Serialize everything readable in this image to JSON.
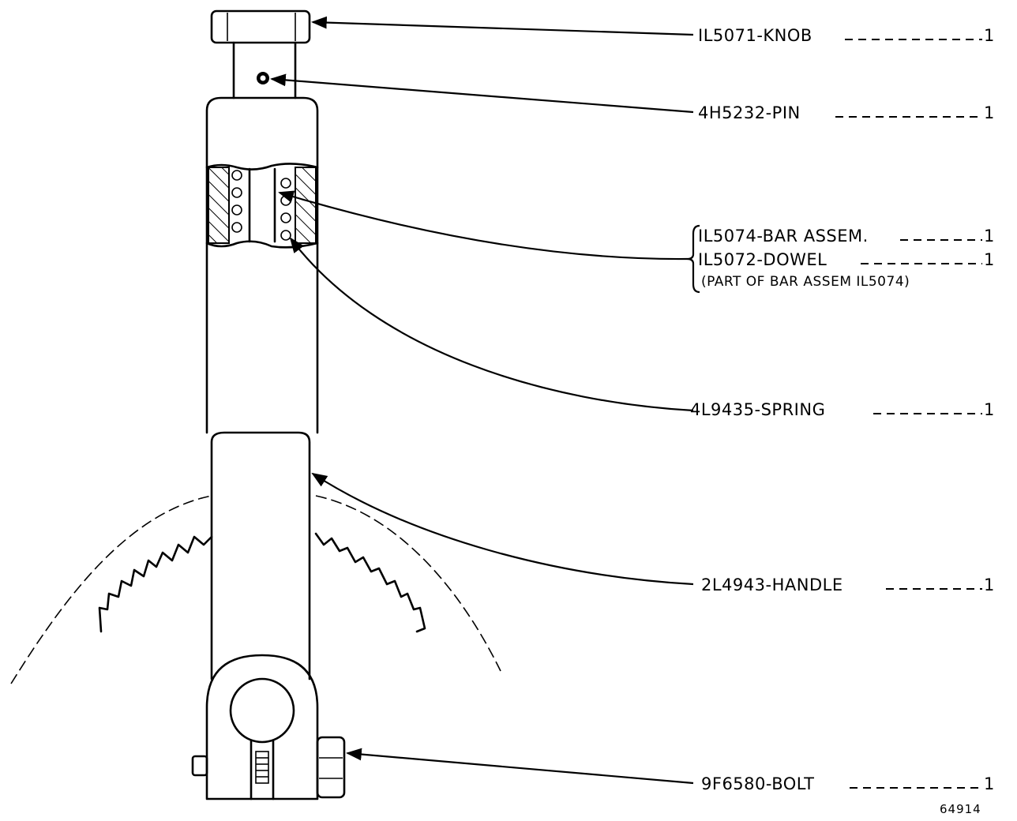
{
  "callouts": {
    "knob": "IL5071-KNOB",
    "pin": "4H5232-PIN",
    "bar_assem": "IL5074-BAR ASSEM.",
    "dowel": "IL5072-DOWEL",
    "dowel_note": "(PART OF BAR ASSEM IL5074)",
    "spring": "4L9435-SPRING",
    "handle": "2L4943-HANDLE",
    "bolt": "9F6580-BOLT"
  },
  "quantities": {
    "knob": "1",
    "pin": "1",
    "bar_assem": "1",
    "dowel": "1",
    "spring": "1",
    "handle": "1",
    "bolt": "1"
  },
  "figure_number": "64914",
  "colors": {
    "ink": "#000000",
    "paper": "#ffffff"
  }
}
